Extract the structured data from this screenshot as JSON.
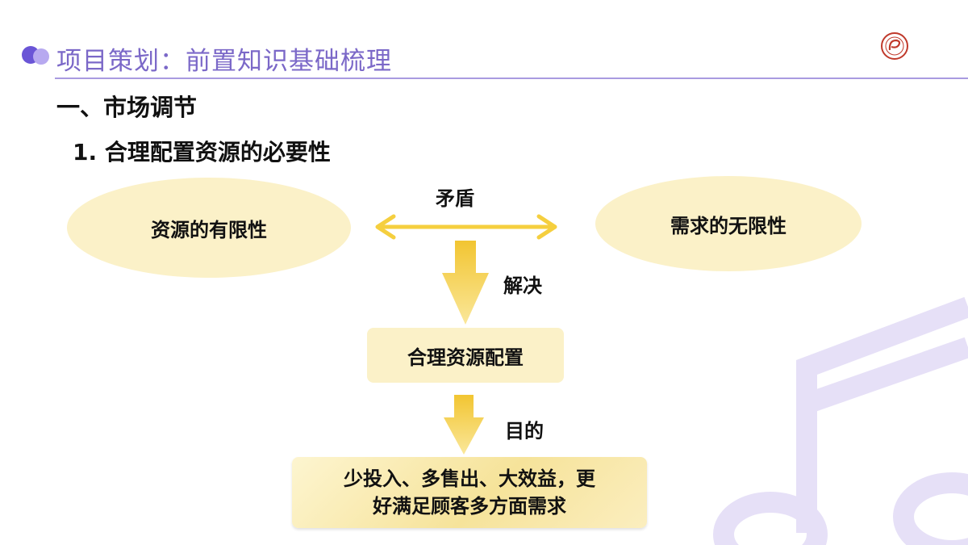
{
  "header": {
    "title": "项目策划：前置知识基础梳理"
  },
  "section": {
    "heading": "一、市场调节",
    "subheading": "1. 合理配置资源的必要性"
  },
  "diagram": {
    "left_node": "资源的有限性",
    "right_node": "需求的无限性",
    "relation_label": "矛盾",
    "solve_label": "解决",
    "middle_node": "合理资源配置",
    "goal_label": "目的",
    "goal_line1": "少投入、多售出、大效益，更",
    "goal_line2": "好满足顾客多方面需求"
  },
  "colors": {
    "accent": "#7b68c8",
    "arrow": "#f5cf3f",
    "node_fill": "#fbf1c8"
  }
}
